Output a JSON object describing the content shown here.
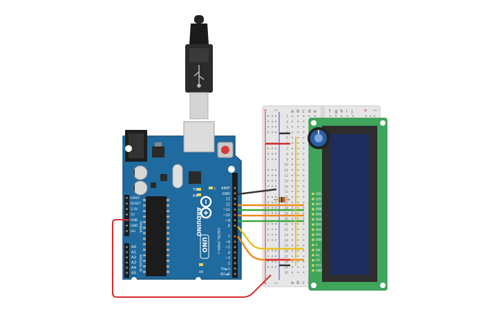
{
  "arduino": {
    "brand": "ARDUINO",
    "model": "UNO",
    "tx_label": "TX",
    "rx_label": "RX",
    "l_label": "L",
    "on_label": "ON",
    "power_label": "POWER",
    "analog_label": "ANALOG IN",
    "digital_label": "DIGITAL (PWM~)",
    "power_pins": [
      "IOREF",
      "RESET",
      "3.3V",
      "5V",
      "GND",
      "GND",
      "Vin"
    ],
    "analog_pins": [
      "A0",
      "A1",
      "A2",
      "A3",
      "A4",
      "A5"
    ],
    "digital_top": [
      "AREF",
      "GND",
      "13",
      "12",
      "~11",
      "~10",
      "~9",
      "8"
    ],
    "digital_bottom": [
      "7",
      "~6",
      "~5",
      "4",
      "~3",
      "2",
      "TX►1",
      "RX◄0"
    ]
  },
  "breadboard": {
    "col_letters_left": [
      "a",
      "b",
      "c",
      "d",
      "e"
    ],
    "col_letters_right": [
      "f",
      "g",
      "h",
      "i",
      "j"
    ],
    "plus": "+",
    "minus": "−",
    "row_numbers": [
      "1",
      "2",
      "3",
      "4",
      "5",
      "6",
      "7",
      "8",
      "9",
      "10",
      "11",
      "12",
      "13",
      "14",
      "15",
      "16",
      "17",
      "18",
      "19",
      "20",
      "21",
      "22",
      "23",
      "24",
      "25",
      "26",
      "27",
      "28",
      "29",
      "30"
    ]
  },
  "lcd": {
    "pins": [
      "LED",
      "LED",
      "DB7",
      "DB6",
      "DB5",
      "DB4",
      "DB3",
      "DB2",
      "DB1",
      "DB0",
      "E",
      "RW",
      "RS",
      "VO",
      "VCC",
      "GND"
    ]
  },
  "colors": {
    "board": "#1f6a9e",
    "board_dark": "#17557f",
    "lcd_pcb": "#3fa55b",
    "lcd_screen": "#1d2c5c",
    "breadboard": "#e6e6e6",
    "wire_red": "#d62a2a",
    "wire_black": "#333333",
    "wire_green": "#3aa63a",
    "wire_orange": "#ee8b1c",
    "wire_yellow": "#e9c01e",
    "pot": "#2a5fa8"
  }
}
